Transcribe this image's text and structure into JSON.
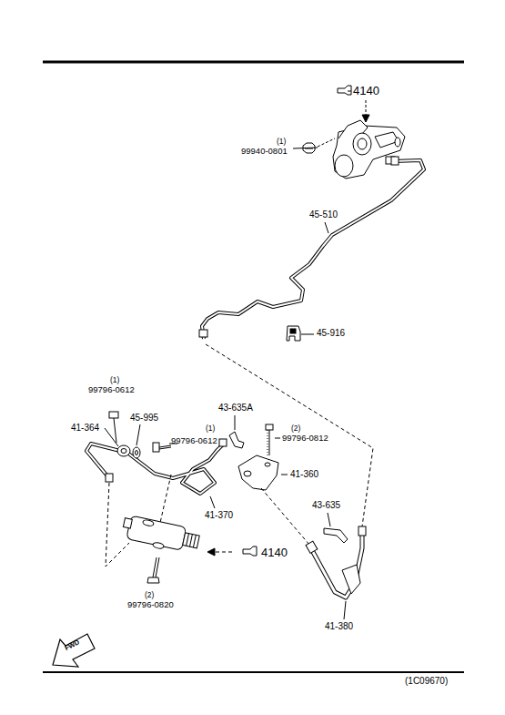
{
  "diagram": {
    "labels": [
      "4140",
      "99940-0801",
      "(1)",
      "45-510",
      "45-916",
      "99796-0612",
      "(1)",
      "45-995",
      "41-364",
      "99796-0612",
      "(1)",
      "43-635A",
      "99796-0812",
      "(2)",
      "41-360",
      "41-370",
      "4140",
      "99796-0820",
      "(2)",
      "43-635",
      "41-380",
      "FWD",
      "(1C09670)"
    ]
  }
}
